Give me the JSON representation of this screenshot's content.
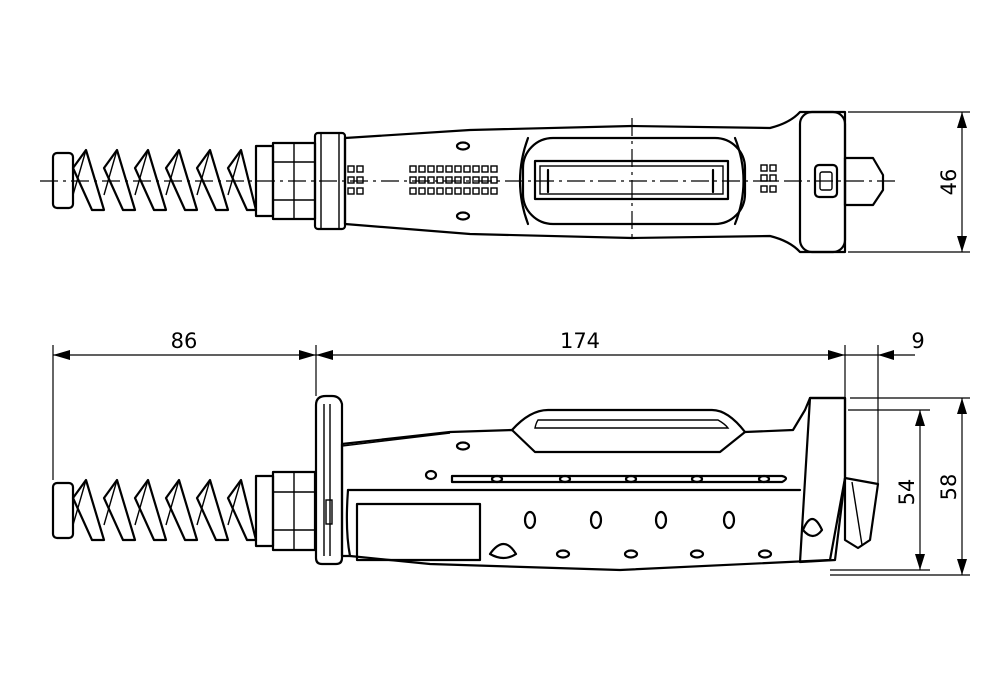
{
  "dimensions": {
    "cable_length": "86",
    "body_length": "174",
    "tip_length": "9",
    "body_height_inner": "54",
    "body_height_total": "58",
    "top_width": "46"
  }
}
